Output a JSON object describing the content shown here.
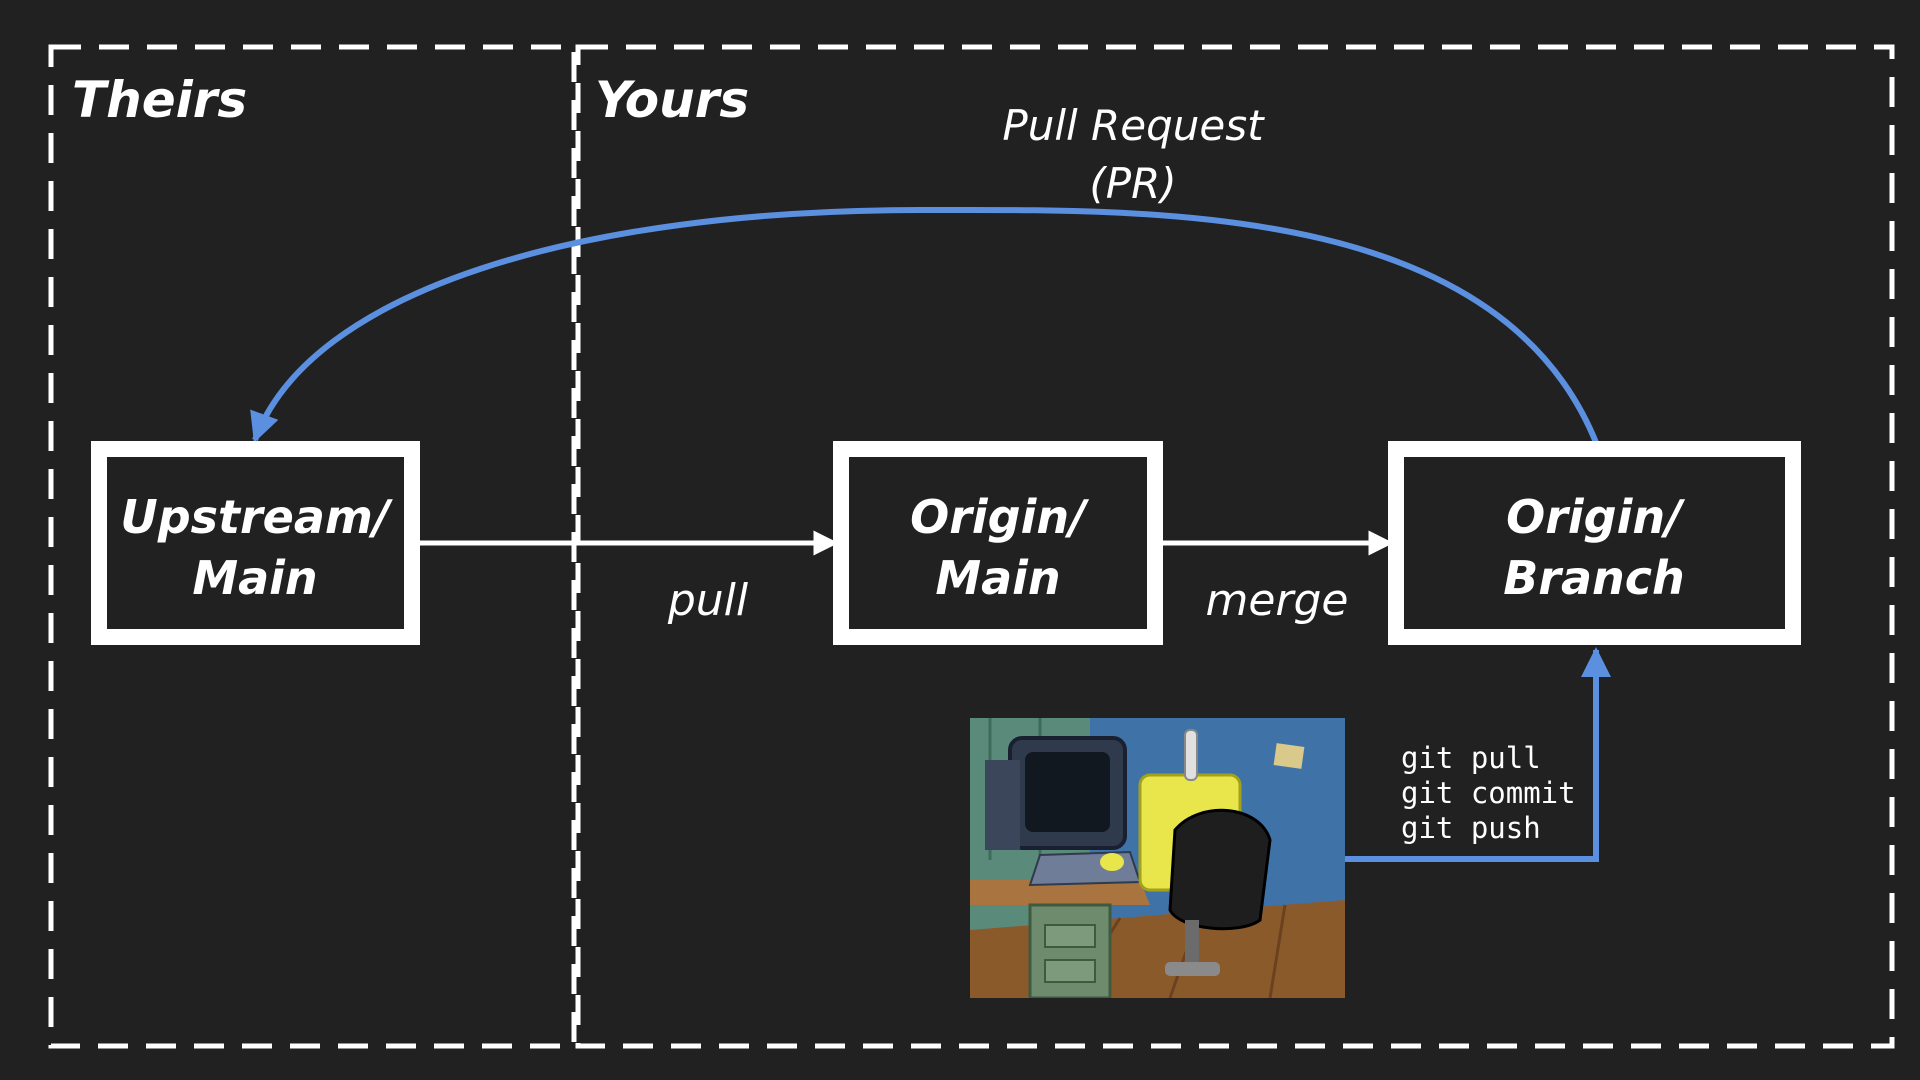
{
  "regions": {
    "theirs": "Theirs",
    "yours": "Yours"
  },
  "nodes": {
    "upstream_main": [
      "Upstream/",
      "Main"
    ],
    "origin_main": [
      "Origin/",
      "Main"
    ],
    "origin_branch": [
      "Origin/",
      "Branch"
    ]
  },
  "edges": {
    "pull": "pull",
    "merge": "merge",
    "pull_request": [
      "Pull Request",
      "(PR)"
    ]
  },
  "commands": [
    "git pull",
    "git commit",
    "git push"
  ],
  "colors": {
    "background": "#212121",
    "line": "#ffffff",
    "accent": "#5b8fdf"
  }
}
